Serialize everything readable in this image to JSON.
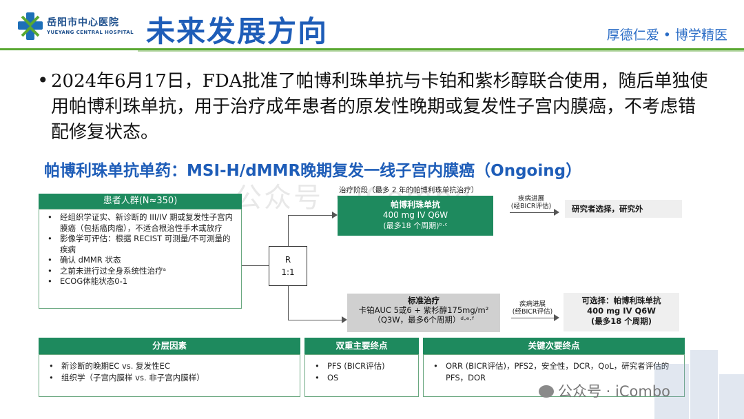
{
  "header": {
    "logo_cn": "岳阳市中心医院",
    "logo_en": "YUEYANG CENTRAL HOSPITAL",
    "title": "未来发展方向",
    "motto": "厚德仁爱 • 博学精医"
  },
  "bullet": {
    "text": "2024年6月17日，FDA批准了帕博利珠单抗与卡铂和紫杉醇联合使用，随后单独使用帕博利珠单抗，用于治疗成年患者的原发性晚期或复发性子宫内膜癌，不考虑错配修复状态。"
  },
  "study": {
    "title": "帕博利珠单抗单药：MSI-H/dMMR晚期复发一线子宫内膜癌（Ongoing）",
    "population": {
      "header": "患者人群(N≈350)",
      "items": [
        "经组织学证实、新诊断的 III/IV 期或复发性子宫内膜癌（包括癌肉瘤），不适合根治性手术或放疗",
        "影像学可评估：根据 RECIST 可测量/不可测量的疾病",
        "确认 dMMR 状态",
        "之前未进行过全身系统性治疗ᵃ",
        "ECOG体能状态0-1"
      ]
    },
    "randomization": {
      "line1": "R",
      "line2": "1:1"
    },
    "arm1": {
      "phase_label": "治疗阶段（最多 2 年的帕博利珠单抗治疗）",
      "title": "帕博利珠单抗",
      "dose": "400 mg IV Q6W",
      "cycles": "(最多18 个周期)ᵇ·ᶜ",
      "progression": "疾病进展",
      "assessment": "(经BICR评估)",
      "outcome": "研究者选择，研究外"
    },
    "arm2": {
      "title": "标准治疗",
      "regimen": "卡铂AUC 5或6 + 紫杉醇175mg/m²",
      "schedule": "（Q3W，最多6个周期）ᵈ·ᵉ·ᶠ",
      "progression": "疾病进展",
      "assessment": "(经BICR评估)",
      "outcome_line1": "可选择：帕博利珠单抗",
      "outcome_line2": "400 mg IV Q6W",
      "outcome_line3": "(最多18 个周期)"
    },
    "tables": {
      "stratification": {
        "header": "分层因素",
        "items": [
          "新诊断的晚期EC vs. 复发性EC",
          "组织学（子宫内膜样 vs. 非子宫内膜样）"
        ]
      },
      "primary": {
        "header": "双重主要终点",
        "items": [
          "PFS (BICR评估)",
          "OS"
        ]
      },
      "secondary": {
        "header": "关键次要终点",
        "items": [
          "ORR (BICR评估)，PFS2，安全性，DCR，QoL，研究者评估的PFS，DOR"
        ]
      }
    }
  },
  "watermark": {
    "top": "公众号 · iCombo",
    "bottom": "公众号 · iCombo"
  },
  "colors": {
    "title_blue": "#1e5db8",
    "box_green": "#1e8a5e",
    "header_green": "#5aa832"
  }
}
